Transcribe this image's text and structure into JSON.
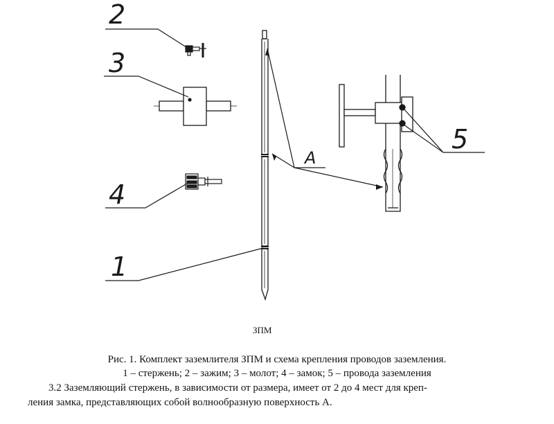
{
  "figure": {
    "labels": {
      "rod": "1",
      "clamp": "2",
      "hammer": "3",
      "lock": "4",
      "wires": "5",
      "surface": "A"
    },
    "model_name": "ЗПМ"
  },
  "caption": {
    "line1": "Рис. 1. Комплект заземлителя ЗПМ и схема крепления проводов заземления.",
    "line2": "1 – стержень; 2 – зажим; 3 – молот; 4 – замок; 5 – провода заземления"
  },
  "body_text": {
    "line1": "3.2  Заземляющий стержень, в зависимости от размера, имеет от 2 до 4 мест для креп-",
    "line2": "ления замка, представляющих собой волнообразную поверхность А."
  }
}
